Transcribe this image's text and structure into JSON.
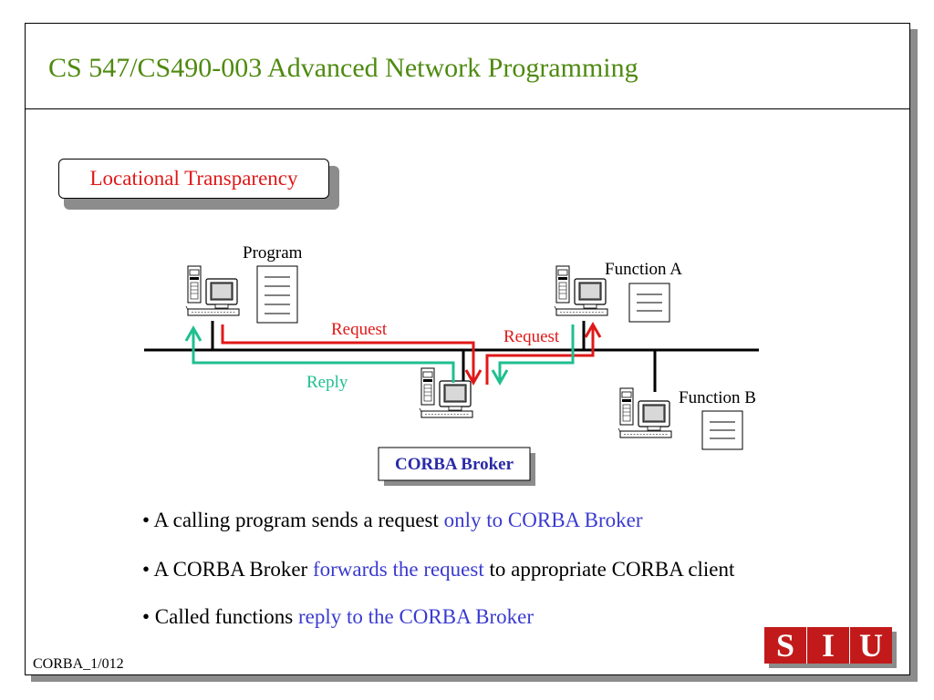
{
  "slide": {
    "title": "CS 547/CS490-003 Advanced Network Programming",
    "section_tag": "Locational Transparency",
    "footer_code": "CORBA_1/012",
    "logo": {
      "letters": [
        "S",
        "I",
        "U"
      ],
      "color": "#c21a1a"
    }
  },
  "diagram": {
    "nodes": {
      "program": {
        "label": "Program"
      },
      "function_a": {
        "label": "Function A"
      },
      "function_b": {
        "label": "Function B"
      },
      "broker": {
        "label": "CORBA Broker"
      }
    },
    "flows": {
      "request_left": "Request",
      "request_right": "Request",
      "reply": "Reply"
    },
    "colors": {
      "request": "#e01818",
      "reply": "#1fbf8f",
      "broker_label": "#2a2aa8"
    }
  },
  "bullets": [
    {
      "prefix": "• A calling program sends a request ",
      "highlight": "only to CORBA Broker",
      "suffix": ""
    },
    {
      "prefix": "• A CORBA Broker ",
      "highlight": "forwards the request",
      "suffix": " to appropriate CORBA client"
    },
    {
      "prefix": "• Called functions ",
      "highlight": "reply to the CORBA Broker",
      "suffix": ""
    }
  ],
  "colors": {
    "title": "#4f8a10",
    "highlight": "#3a3ad0",
    "tag_text": "#e01818"
  }
}
